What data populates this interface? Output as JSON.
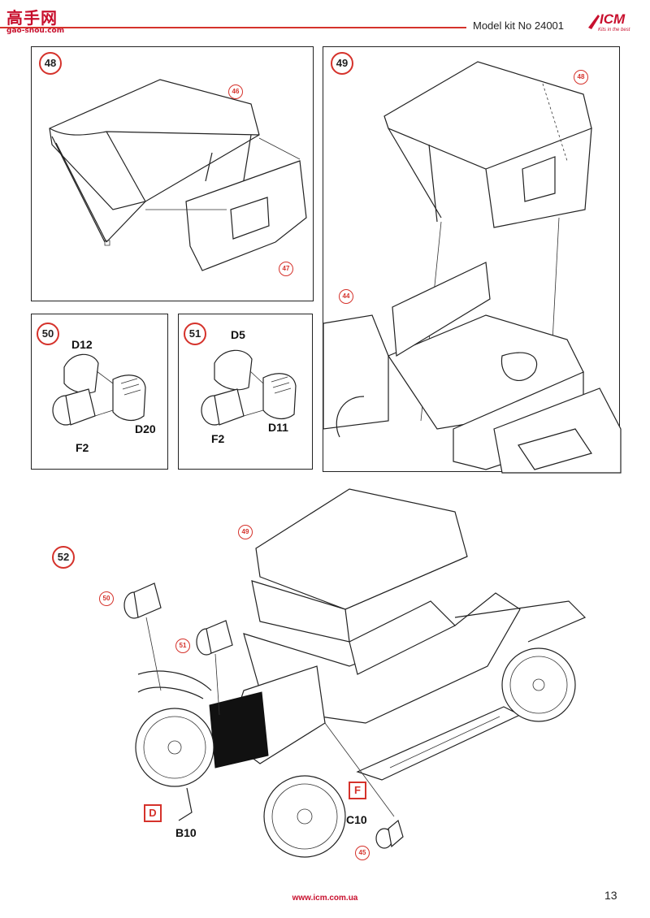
{
  "watermark": {
    "site": "高手网",
    "sub": "gao-shou.com"
  },
  "header": {
    "model_label": "Model kit No 24001"
  },
  "brand": {
    "logo": "ICM",
    "tagline": "Kits in the best"
  },
  "steps": {
    "s48": {
      "number": "48",
      "refs": [
        "46",
        "47"
      ]
    },
    "s49": {
      "number": "49",
      "refs": [
        "48",
        "44"
      ]
    },
    "s50": {
      "number": "50",
      "parts": [
        "D12",
        "D20",
        "F2"
      ]
    },
    "s51": {
      "number": "51",
      "parts": [
        "D5",
        "D11",
        "F2"
      ]
    },
    "s52": {
      "number": "52",
      "refs": [
        "49",
        "50",
        "51",
        "45"
      ],
      "parts": [
        "B10",
        "C10"
      ],
      "color_codes": [
        "D",
        "F"
      ]
    }
  },
  "footer": {
    "url": "www.icm.com.ua",
    "page": "13"
  },
  "colors": {
    "accent": "#d5322b",
    "line": "#222222"
  }
}
